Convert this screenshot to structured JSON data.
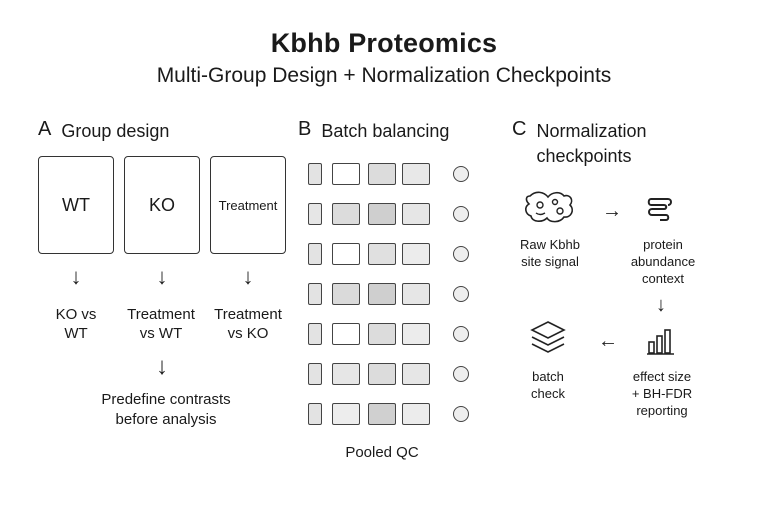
{
  "header": {
    "title": "Kbhb Proteomics",
    "subtitle": "Multi-Group Design + Normalization Checkpoints"
  },
  "panel_a": {
    "letter": "A",
    "title": "Group design",
    "groups": [
      "WT",
      "KO",
      "Treatment"
    ],
    "contrasts": [
      {
        "line1": "KO vs",
        "line2": "WT"
      },
      {
        "line1": "Treatment",
        "line2": "vs WT"
      },
      {
        "line1": "Treatment",
        "line2": "vs KO"
      }
    ],
    "note": {
      "line1": "Predefine contrasts",
      "line2": "before analysis"
    }
  },
  "panel_b": {
    "letter": "B",
    "title": "Batch balancing",
    "footer": "Pooled QC",
    "rows": [
      [
        "#e3e3e3",
        "#ffffff",
        "#dcdcdc",
        "#e8e8e8"
      ],
      [
        "#e6e6e6",
        "#dcdcdc",
        "#cfcfcf",
        "#e6e6e6"
      ],
      [
        "#e3e3e3",
        "#ffffff",
        "#e0e0e0",
        "#ececec"
      ],
      [
        "#e3e3e3",
        "#dadada",
        "#cfcfcf",
        "#e6e6e6"
      ],
      [
        "#e3e3e3",
        "#ffffff",
        "#dcdcdc",
        "#ececec"
      ],
      [
        "#e3e3e3",
        "#e6e6e6",
        "#dcdcdc",
        "#e6e6e6"
      ],
      [
        "#e3e3e3",
        "#ededed",
        "#d0d0d0",
        "#ececec"
      ]
    ],
    "qc_fill": "#eeeeee"
  },
  "panel_c": {
    "letter": "C",
    "title_line1": "Normalization",
    "title_line2": "checkpoints",
    "steps": {
      "raw": {
        "line1": "Raw Kbhb",
        "line2": "site signal",
        "icon": "blob-icon"
      },
      "protein": {
        "line1": "protein",
        "line2": "abundance",
        "line3": "context",
        "icon": "protein-icon"
      },
      "effect": {
        "line1": "effect size",
        "line2": "+ BH-FDR",
        "line3": "reporting",
        "icon": "bar-chart-icon"
      },
      "batch": {
        "line1": "batch",
        "line2": "check",
        "icon": "layers-icon"
      }
    }
  }
}
